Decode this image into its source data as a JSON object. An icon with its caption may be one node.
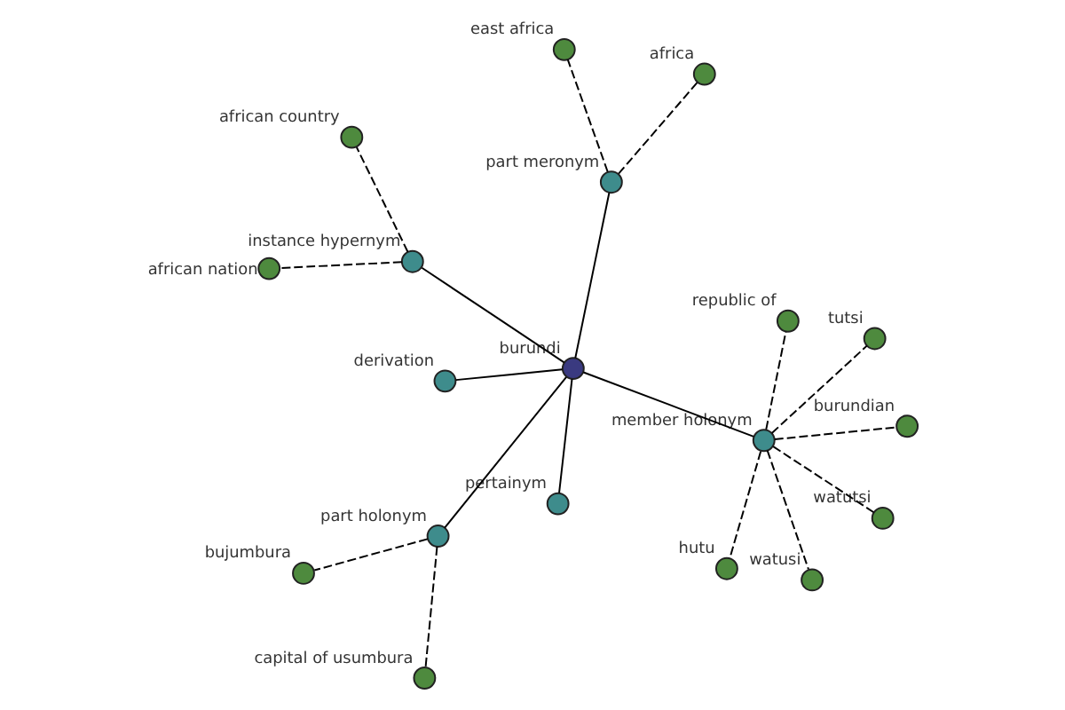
{
  "diagram": {
    "nodes": [
      {
        "text": [
          "burundi"
        ]
      },
      {
        "text": [
          "member holonym"
        ]
      },
      {
        "text": [
          "watusi"
        ]
      },
      {
        "text": [
          "tutsi"
        ]
      },
      {
        "text": [
          "burundian"
        ]
      },
      {
        "text": [
          "republic of"
        ]
      },
      {
        "text": [
          "hutu"
        ]
      },
      {
        "text": [
          "watutsi"
        ]
      },
      {
        "text": [
          "derivation"
        ]
      },
      {
        "text": [
          "pertainym"
        ]
      },
      {
        "text": [
          "part holonym"
        ]
      },
      {
        "text": [
          "bujumbura"
        ]
      },
      {
        "text": [
          "capital of usumbura"
        ]
      },
      {
        "text": [
          "part meronym"
        ]
      },
      {
        "text": [
          "east africa"
        ]
      },
      {
        "text": [
          "africa"
        ]
      },
      {
        "text": [
          "instance hypernym"
        ]
      },
      {
        "text": [
          "african country"
        ]
      },
      {
        "text": [
          "african nation"
        ]
      }
    ],
    "edges": [
      {
        "from": 0,
        "to": 1,
        "arrow": "none"
      },
      {
        "from": 1,
        "to": 2,
        "arrow": "none",
        "style": "dashed"
      },
      {
        "from": 1,
        "to": 3,
        "arrow": "none",
        "style": "dashed"
      },
      {
        "from": 1,
        "to": 4,
        "arrow": "none",
        "style": "dashed"
      },
      {
        "from": 1,
        "to": 5,
        "arrow": "none",
        "style": "dashed"
      },
      {
        "from": 1,
        "to": 6,
        "arrow": "none",
        "style": "dashed"
      },
      {
        "from": 1,
        "to": 7,
        "arrow": "none",
        "style": "dashed"
      },
      {
        "from": 0,
        "to": 8,
        "arrow": "none"
      },
      {
        "from": 0,
        "to": 9,
        "arrow": "none"
      },
      {
        "from": 0,
        "to": 10,
        "arrow": "none"
      },
      {
        "from": 10,
        "to": 11,
        "arrow": "none",
        "style": "dashed"
      },
      {
        "from": 10,
        "to": 12,
        "arrow": "none",
        "style": "dashed"
      },
      {
        "from": 0,
        "to": 13,
        "arrow": "none"
      },
      {
        "from": 13,
        "to": 14,
        "arrow": "none",
        "style": "dashed"
      },
      {
        "from": 13,
        "to": 15,
        "arrow": "none",
        "style": "dashed"
      },
      {
        "from": 0,
        "to": 16,
        "arrow": "none"
      },
      {
        "from": 16,
        "to": 17,
        "arrow": "none",
        "style": "dashed"
      },
      {
        "from": 16,
        "to": 18,
        "arrow": "none",
        "style": "dashed"
      }
    ]
  }
}
